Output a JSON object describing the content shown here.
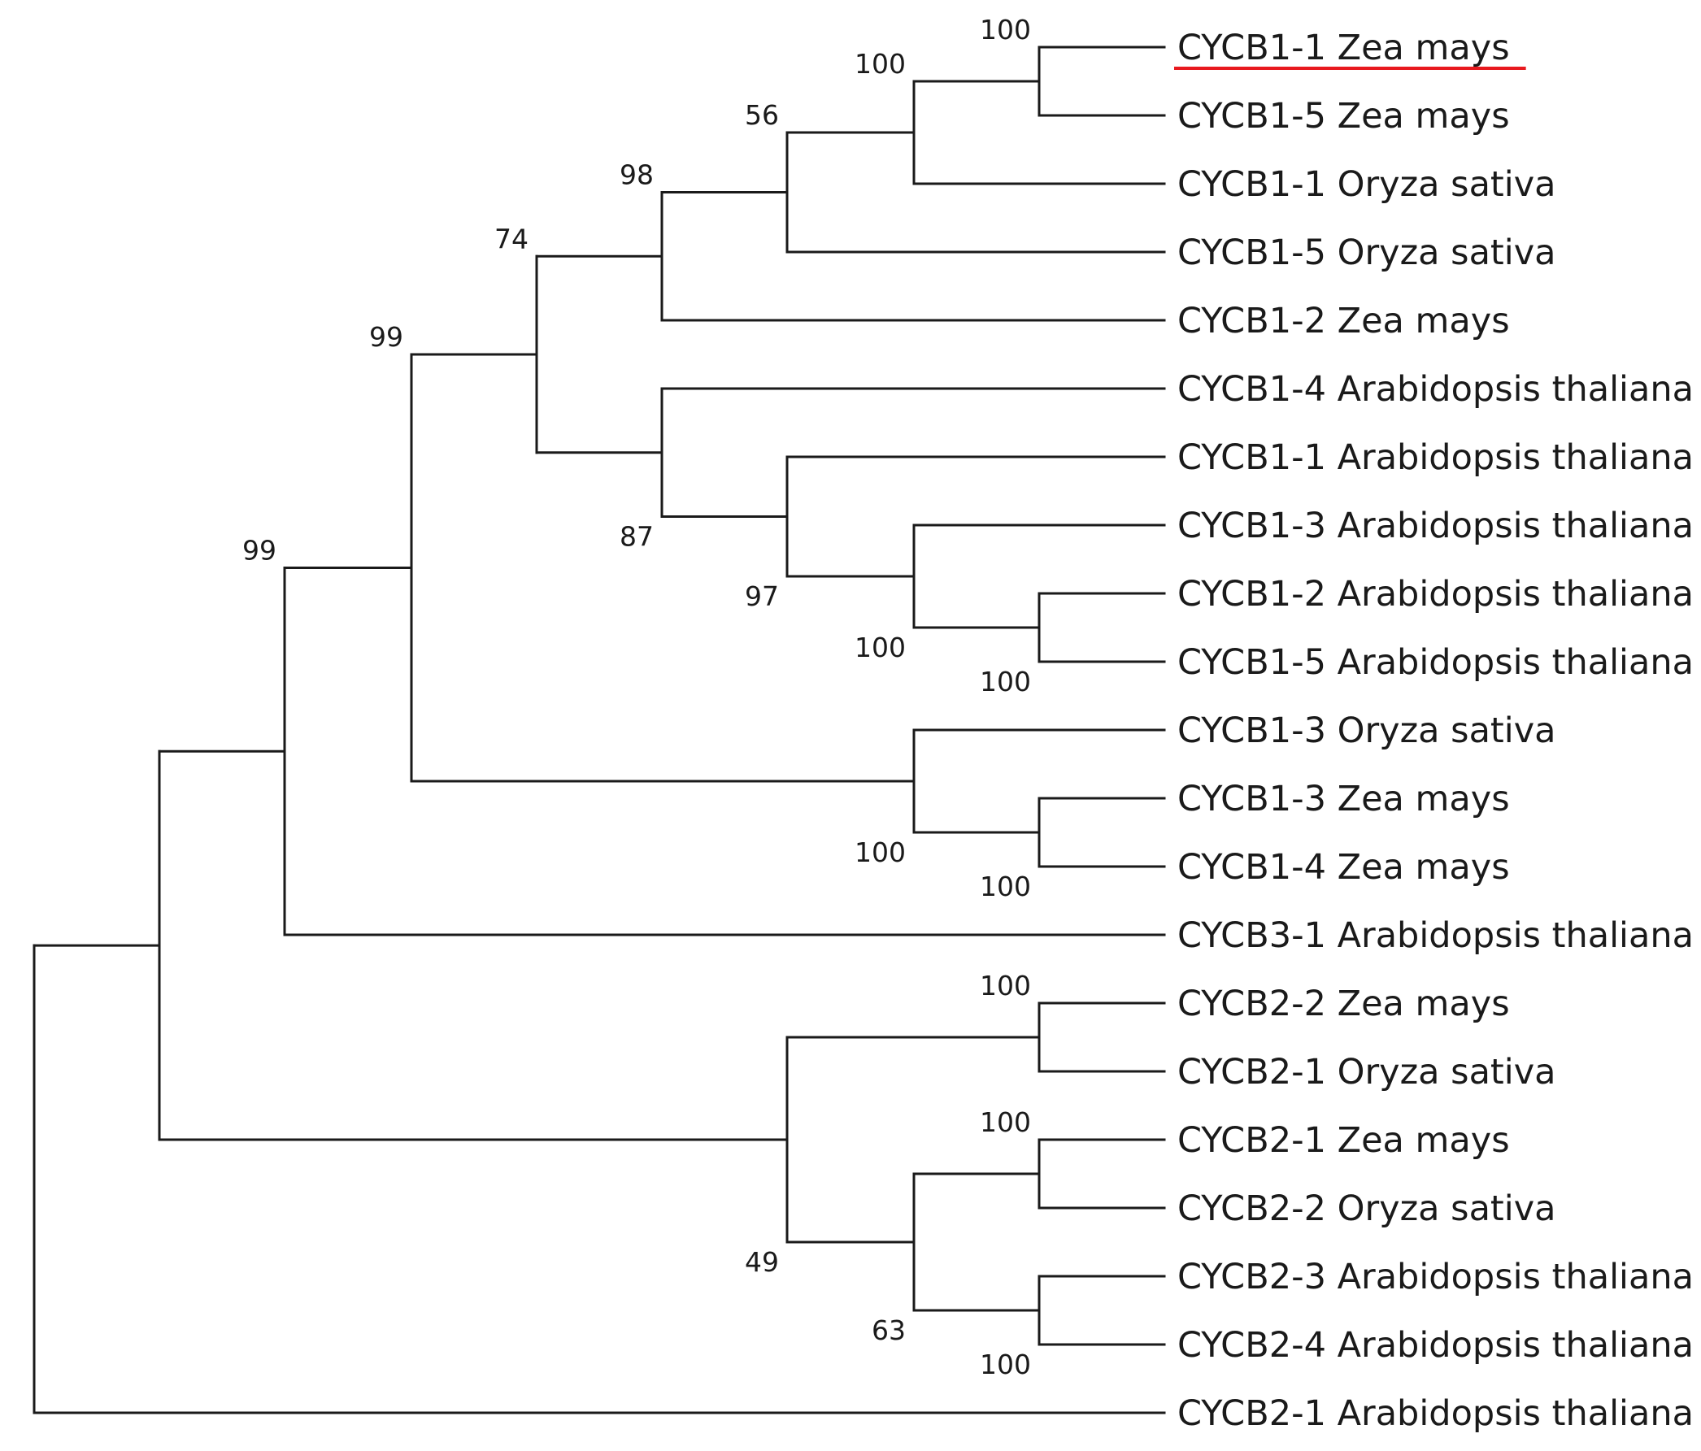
{
  "highlight_color": "#e8191e",
  "taxa": [
    {
      "id": "t1",
      "label": "CYCB1-1 Zea mays",
      "highlighted": true
    },
    {
      "id": "t2",
      "label": "CYCB1-5 Zea mays"
    },
    {
      "id": "t3",
      "label": "CYCB1-1 Oryza sativa"
    },
    {
      "id": "t4",
      "label": "CYCB1-5 Oryza sativa"
    },
    {
      "id": "t5",
      "label": "CYCB1-2 Zea mays"
    },
    {
      "id": "t6",
      "label": "CYCB1-4 Arabidopsis thaliana"
    },
    {
      "id": "t7",
      "label": "CYCB1-1 Arabidopsis thaliana"
    },
    {
      "id": "t8",
      "label": "CYCB1-3 Arabidopsis thaliana"
    },
    {
      "id": "t9",
      "label": "CYCB1-2 Arabidopsis thaliana"
    },
    {
      "id": "t10",
      "label": "CYCB1-5 Arabidopsis thaliana"
    },
    {
      "id": "t11",
      "label": "CYCB1-3 Oryza sativa"
    },
    {
      "id": "t12",
      "label": "CYCB1-3 Zea mays"
    },
    {
      "id": "t13",
      "label": "CYCB1-4 Zea mays"
    },
    {
      "id": "t14",
      "label": "CYCB3-1 Arabidopsis thaliana"
    },
    {
      "id": "t15",
      "label": "CYCB2-2 Zea mays"
    },
    {
      "id": "t16",
      "label": "CYCB2-1 Oryza sativa"
    },
    {
      "id": "t17",
      "label": "CYCB2-1 Zea mays"
    },
    {
      "id": "t18",
      "label": "CYCB2-2 Oryza sativa"
    },
    {
      "id": "t19",
      "label": "CYCB2-3 Arabidopsis thaliana"
    },
    {
      "id": "t20",
      "label": "CYCB2-4 Arabidopsis thaliana"
    },
    {
      "id": "t21",
      "label": "CYCB2-1 Arabidopsis thaliana"
    }
  ],
  "nodes": [
    {
      "id": "n1",
      "children": [
        "t1",
        "t2"
      ],
      "bootstrap": "100"
    },
    {
      "id": "n2",
      "children": [
        "n1",
        "t3"
      ],
      "bootstrap": "100"
    },
    {
      "id": "n3",
      "children": [
        "n2",
        "t4"
      ],
      "bootstrap": "56"
    },
    {
      "id": "n4",
      "children": [
        "n3",
        "t5"
      ],
      "bootstrap": "98"
    },
    {
      "id": "n5",
      "children": [
        "t9",
        "t10"
      ],
      "bootstrap": "100"
    },
    {
      "id": "n6",
      "children": [
        "t8",
        "n5"
      ],
      "bootstrap": "100"
    },
    {
      "id": "n7",
      "children": [
        "t7",
        "n6"
      ],
      "bootstrap": "97"
    },
    {
      "id": "n8",
      "children": [
        "t6",
        "n7"
      ],
      "bootstrap": "87"
    },
    {
      "id": "n9",
      "children": [
        "n4",
        "n8"
      ],
      "bootstrap": "74"
    },
    {
      "id": "n10",
      "children": [
        "t12",
        "t13"
      ],
      "bootstrap": "100"
    },
    {
      "id": "n11",
      "children": [
        "t11",
        "n10"
      ],
      "bootstrap": "100"
    },
    {
      "id": "n12",
      "children": [
        "n9",
        "n11"
      ],
      "bootstrap": "99"
    },
    {
      "id": "n13",
      "children": [
        "n12",
        "t14"
      ],
      "bootstrap": "99"
    },
    {
      "id": "n14",
      "children": [
        "t15",
        "t16"
      ],
      "bootstrap": "100"
    },
    {
      "id": "n15",
      "children": [
        "t17",
        "t18"
      ],
      "bootstrap": "100"
    },
    {
      "id": "n16",
      "children": [
        "t19",
        "t20"
      ],
      "bootstrap": "100"
    },
    {
      "id": "n17",
      "children": [
        "n15",
        "n16"
      ],
      "bootstrap": "63"
    },
    {
      "id": "n18",
      "children": [
        "n14",
        "n17"
      ],
      "bootstrap": "49"
    },
    {
      "id": "n19",
      "children": [
        "n13",
        "n18"
      ],
      "bootstrap": ""
    },
    {
      "id": "root",
      "children": [
        "n19",
        "t21"
      ],
      "bootstrap": ""
    }
  ]
}
